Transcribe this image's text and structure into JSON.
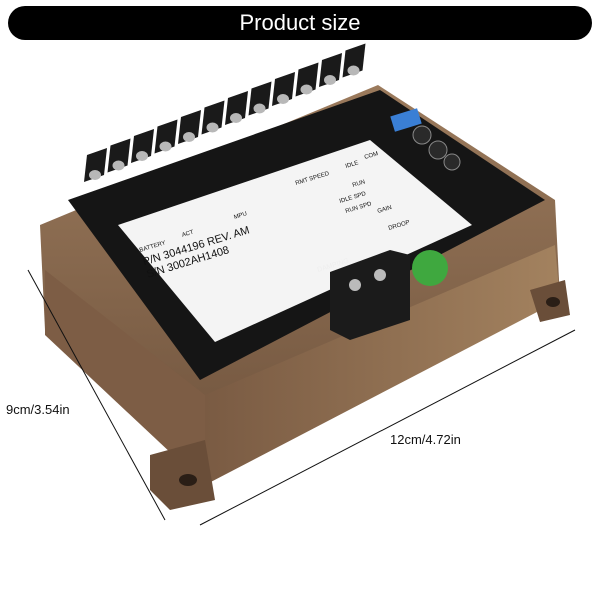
{
  "banner": {
    "title": "Product size"
  },
  "dimensions": {
    "height": "9cm/3.54in",
    "width": "12cm/4.72in"
  },
  "label": {
    "pn_line": "P/N   3044196   REV. AM",
    "sn_line": "S/N   3002AH1408",
    "battery": "BATTERY",
    "act": "ACT",
    "mpu": "MPU",
    "rmt_speed": "RMT SPEED",
    "idle": "IDLE",
    "com": "COM",
    "run": "RUN",
    "idle_spd": "IDLE SPD",
    "run_spd": "RUN SPD",
    "gain": "GAIN",
    "droop": "DROOP",
    "damping": "DAMPING"
  },
  "colors": {
    "housing": "#8a6a4e",
    "housing_dark": "#5c4331",
    "panel": "#121212",
    "label": "#f4f4f4"
  }
}
